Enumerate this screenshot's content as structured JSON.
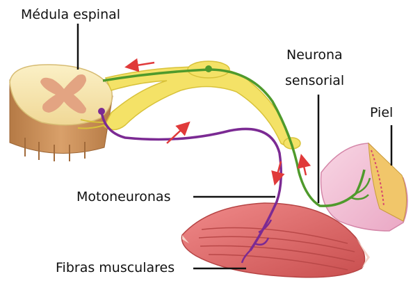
{
  "labels": {
    "spinal_cord": "Médula espinal",
    "sensory_line1": "Neurona",
    "sensory_line2": "sensorial",
    "skin": "Piel",
    "motor": "Motoneuronas",
    "muscle": "Fibras musculares"
  },
  "colors": {
    "cord_outer": "#f3dfa2",
    "cord_side": "#c98f55",
    "grey_matter": "#e3a482",
    "nerve": "#f4e267",
    "nerve_edge": "#d8c23a",
    "sensory_neuron": "#4f9a2c",
    "motor_neuron": "#7b2a93",
    "muscle": "#e06a6a",
    "skin": "#f2c0d6",
    "skin_fat": "#f1c66a",
    "arrow": "#e03a3a",
    "leader_line": "#111111"
  }
}
